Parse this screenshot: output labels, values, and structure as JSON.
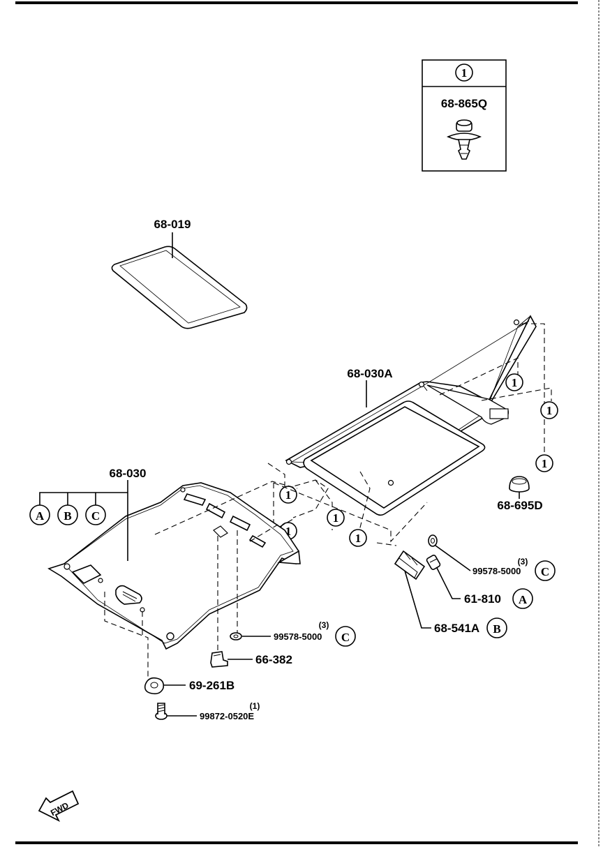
{
  "parts": {
    "clip_code": "68-865Q",
    "rear_insulator": "68-019",
    "headlining_sunroof": "68-030A",
    "headlining": "68-030",
    "plug": "68-695D",
    "screw_c_right": "99578-5000",
    "screw_c_right_qty": "(3)",
    "lamp": "61-810",
    "holder": "68-541A",
    "screw_c_left": "99578-5000",
    "screw_c_left_qty": "(3)",
    "bracket": "66-382",
    "grommet": "69-261B",
    "bolt": "99872-0520E",
    "bolt_qty": "(1)"
  },
  "refs": {
    "one": "1",
    "a": "A",
    "b": "B",
    "c": "C"
  },
  "fwd": "FWD"
}
